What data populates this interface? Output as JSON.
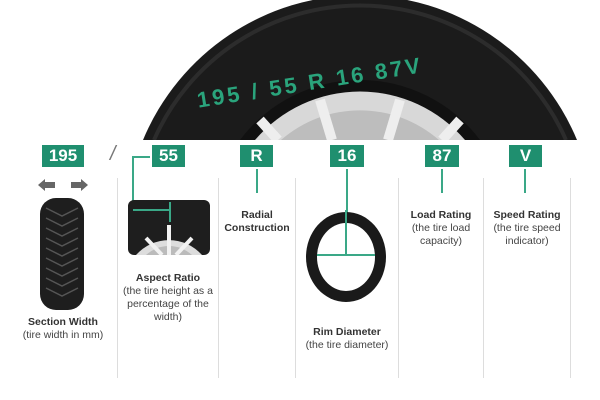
{
  "tire_marking": "195 / 55 R 16 87V",
  "slash": "/",
  "accent_color": "#1f8f6f",
  "segments": [
    {
      "code": "195",
      "title": "Section Width",
      "desc": "(tire width in mm)"
    },
    {
      "code": "55",
      "title": "Aspect Ratio",
      "desc": "(the tire height as a percentage of the width)"
    },
    {
      "code": "R",
      "title": "Radial Construction",
      "desc": ""
    },
    {
      "code": "16",
      "title": "Rim Diameter",
      "desc": "(the tire diameter)"
    },
    {
      "code": "87",
      "title": "Load Rating",
      "desc": "(the tire load capacity)"
    },
    {
      "code": "V",
      "title": "Speed Rating",
      "desc": "(the tire speed indicator)"
    }
  ]
}
